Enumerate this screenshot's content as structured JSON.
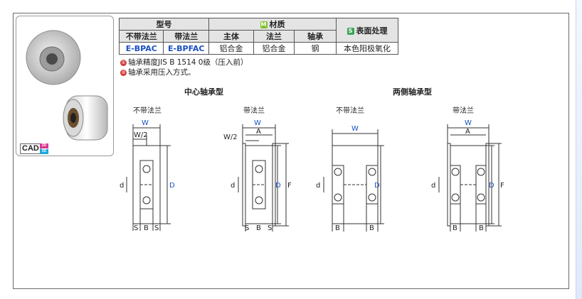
{
  "table": {
    "model_header": "型号",
    "material_header": "材质",
    "material_badge": "M",
    "surface_header": "表面处理",
    "surface_badge": "S",
    "col_no_flange": "不带法兰",
    "col_flange": "带法兰",
    "col_body": "主体",
    "col_flange_mat": "法兰",
    "col_bearing": "轴承",
    "row": {
      "model_no_flange": "E-BPAC",
      "model_flange": "E-BPFAC",
      "body": "铝合金",
      "flange": "铝合金",
      "bearing": "钢",
      "surface": "本色阳极氧化"
    }
  },
  "notes": [
    {
      "badge": "①",
      "text": "轴承精度JIS B 1514 0级（压入前）"
    },
    {
      "badge": "②",
      "text": "轴承采用压入方式。"
    }
  ],
  "cad": {
    "label": "CAD",
    "d2": "2D",
    "d3": "3D"
  },
  "sections": {
    "center": "中心轴承型",
    "both": "两侧轴承型"
  },
  "drawings": [
    {
      "subtitle": "不带法兰"
    },
    {
      "subtitle": "带法兰"
    },
    {
      "subtitle": "不带法兰"
    },
    {
      "subtitle": "带法兰"
    }
  ],
  "dims": {
    "W": "W",
    "W2": "W/2",
    "A": "A",
    "d": "d",
    "D": "D",
    "F": "F",
    "S": "S",
    "B": "B"
  },
  "colors": {
    "blue_label": "#1a4fc0",
    "frame": "#6b6b6b",
    "header_bg": "#e4e4e4"
  }
}
